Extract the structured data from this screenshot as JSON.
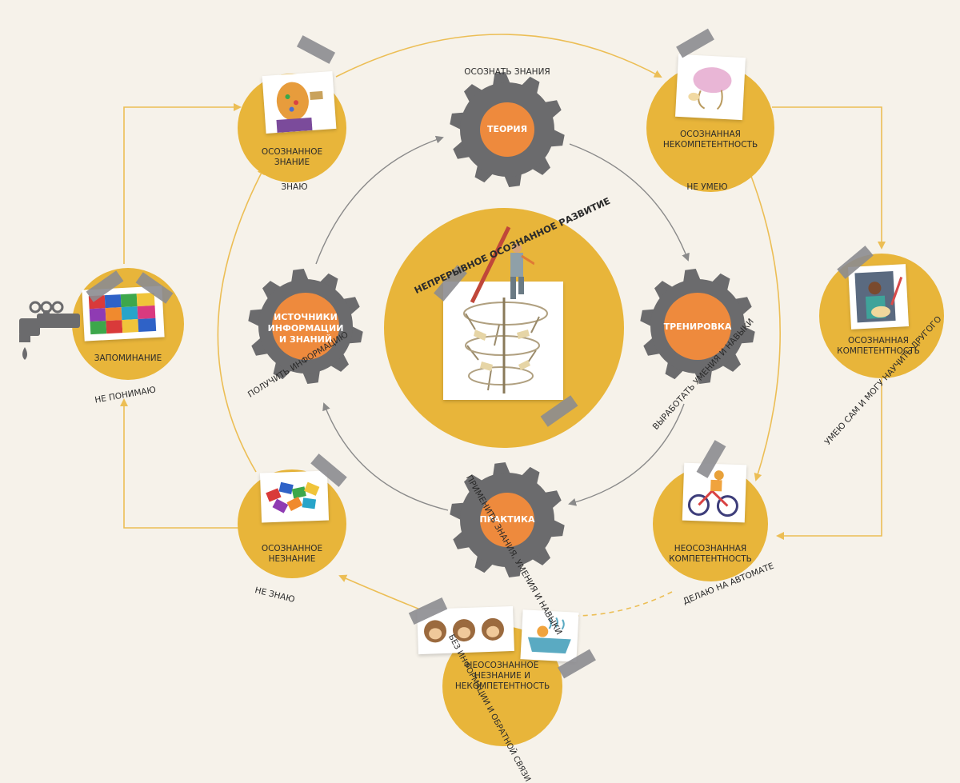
{
  "center_title": "НЕПРЕРЫВНОЕ ОСОЗНАННОЕ РАЗВИТИЕ",
  "gears": {
    "theory": {
      "title": "ТЕОРИЯ",
      "caption": "ОСОЗНАТЬ ЗНАНИЯ"
    },
    "training": {
      "title": "ТРЕНИРОВКА",
      "caption": "ВЫРАБОТАТЬ УМЕНИЯ И НАВЫКИ"
    },
    "practice": {
      "title": "ПРАКТИКА",
      "caption": "ПРИМЕНИТЬ ЗНАНИЯ, УМЕНИЯ И НАВЫКИ"
    },
    "sources": {
      "title_lines": [
        "ИСТОЧНИКИ",
        "ИНФОРМАЦИИ",
        "И ЗНАНИЙ"
      ],
      "caption": "ПОЛУЧИТЬ ИНФОРМАЦИЮ"
    }
  },
  "nodes": {
    "conscious_knowledge": {
      "title_lines": [
        "ОСОЗНАННОЕ",
        "ЗНАНИЕ"
      ],
      "caption": "ЗНАЮ"
    },
    "conscious_incompetence": {
      "title_lines": [
        "ОСОЗНАННАЯ",
        "НЕКОМПЕТЕНТНОСТЬ"
      ],
      "caption": "НЕ УМЕЮ"
    },
    "conscious_competence": {
      "title_lines": [
        "ОСОЗНАННАЯ",
        "КОМПЕТЕНТНОСТЬ"
      ],
      "caption": "УМЕЮ САМ И МОГУ НАУЧИТЬ ДРУГОГО"
    },
    "unconscious_competence": {
      "title_lines": [
        "НЕОСОЗНАННАЯ",
        "КОМПЕТЕНТНОСТЬ"
      ],
      "caption": "ДЕЛАЮ НА АВТОМАТЕ"
    },
    "unconscious_ignorance": {
      "title_lines": [
        "НЕОСОЗНАННОЕ",
        "НЕЗНАНИЕ И",
        "НЕКОМПЕТЕНТНОСТЬ"
      ],
      "caption": "БЕЗ ИНФОРМАЦИИ И ОБРАТНОЙ СВЯЗИ"
    },
    "conscious_ignorance": {
      "title_lines": [
        "ОСОЗНАННОЕ",
        "НЕЗНАНИЕ"
      ],
      "caption": "НЕ ЗНАЮ"
    },
    "memorization": {
      "title": "ЗАПОМИНАНИЕ",
      "caption": "НЕ ПОНИМАЮ"
    }
  },
  "colors": {
    "background": "#f6f2ea",
    "node_fill": "#e8b53a",
    "gear_fill": "#6b6b6d",
    "gear_core": "#ee8a3d",
    "arrow_outer": "#ecbe55",
    "arrow_inner": "#8a8a8a"
  },
  "icons": [
    "faucet-icon",
    "puzzle-icon",
    "brain-icon",
    "painter-icon",
    "cyclist-icon",
    "monkeys-icon",
    "bath-icon",
    "head-icon",
    "staircase-icon"
  ]
}
